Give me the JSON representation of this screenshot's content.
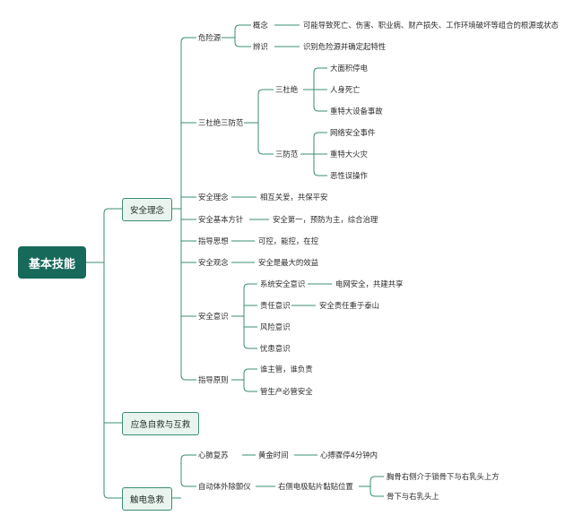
{
  "root": "基本技能",
  "branches": {
    "safety": {
      "label": "安全理念",
      "hazard": {
        "label": "危险源",
        "concept": {
          "label": "概念",
          "value": "可能导致死亡、伤害、职业病、财产损失、工作环境破坏等组合的根源或状态"
        },
        "identify": {
          "label": "辨识",
          "value": "识别危险源并确定起特性"
        }
      },
      "three_prevent": {
        "label": "三杜绝三防范",
        "eliminate": {
          "label": "三杜绝",
          "items": [
            "大面积停电",
            "人身死亡",
            "重特大设备事故"
          ]
        },
        "prevent": {
          "label": "三防范",
          "items": [
            "网络安全事件",
            "重特大火灾",
            "恶性误操作"
          ]
        }
      },
      "concept": {
        "label": "安全理念",
        "value": "相互关爱，共保平安"
      },
      "policy": {
        "label": "安全基本方针",
        "value": "安全第一，预防为主，综合治理"
      },
      "thought": {
        "label": "指导思想",
        "value": "可控，能控，在控"
      },
      "view": {
        "label": "安全观念",
        "value": "安全是最大的效益"
      },
      "awareness": {
        "label": "安全意识",
        "system": {
          "label": "系统安全意识",
          "value": "电网安全，共建共享"
        },
        "duty": {
          "label": "责任意识",
          "value": "安全责任重于泰山"
        },
        "risk": {
          "label": "风险意识"
        },
        "worry": {
          "label": "忧患意识"
        }
      },
      "principle": {
        "label": "指导原则",
        "items": [
          "谁主管，谁负责",
          "管生产必管安全"
        ]
      }
    },
    "emergency": {
      "label": "应急自救与互救"
    },
    "electric": {
      "label": "触电急救",
      "cpr": {
        "label": "心肺复苏",
        "golden": "黄金时间",
        "value": "心搏骤停4分钟内"
      },
      "aed": {
        "label": "自动体外除颤仪",
        "position": "右侧电极贴片黏贴位置",
        "items": [
          "胸骨右侧介于锁骨下与右乳头上方",
          "骨下与右乳头上"
        ]
      }
    }
  },
  "colors": {
    "root_bg": "#17695a",
    "line": "#3b8c74",
    "mid_bg": "#e9f4ef"
  }
}
